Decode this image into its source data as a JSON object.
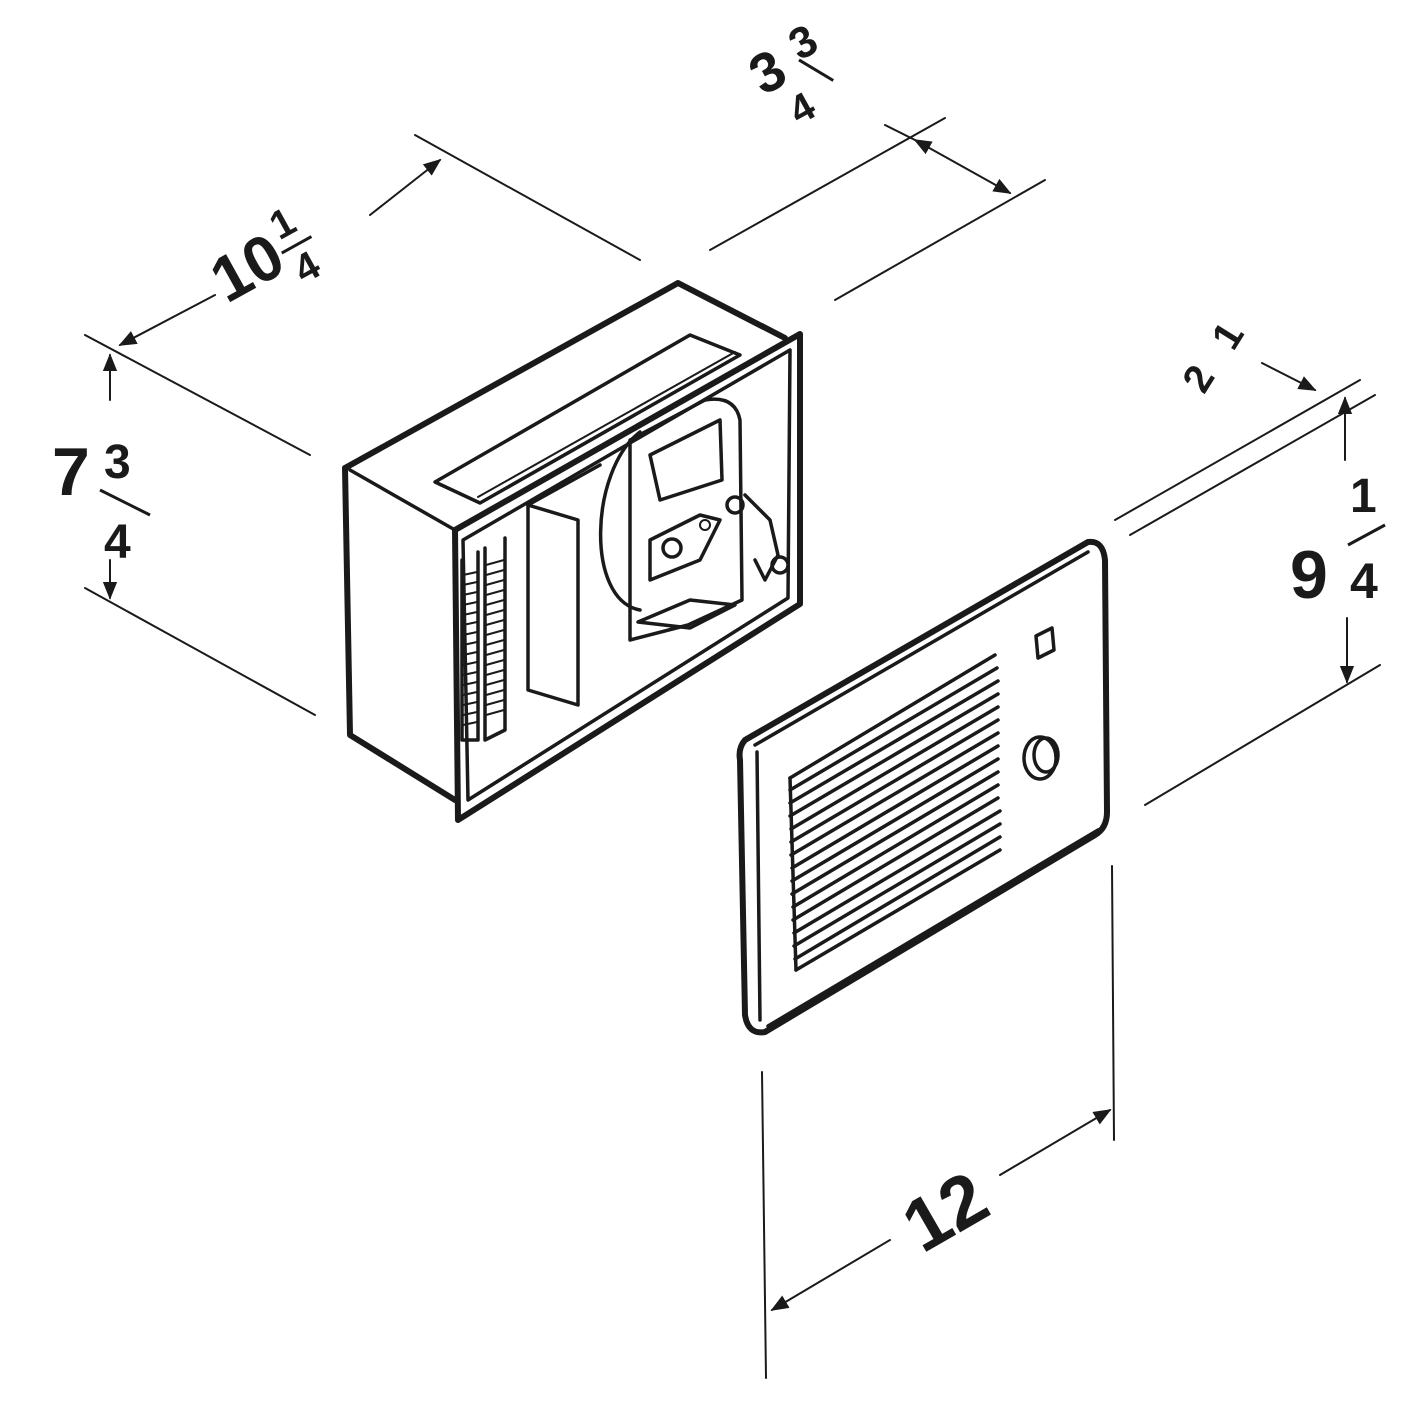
{
  "diagram": {
    "subject": "Wall heater housing and front grille with dimensions",
    "colors": {
      "line": "#1a1a1a",
      "background": "#ffffff"
    },
    "parts": [
      {
        "id": "housing",
        "label": "Heater housing (can)"
      },
      {
        "id": "grille",
        "label": "Front grille cover"
      }
    ],
    "dimensions": {
      "housing_depth": {
        "whole": "3",
        "num": "3",
        "den": "4",
        "value": "3 3/4"
      },
      "housing_width": {
        "whole": "10",
        "num": "1",
        "den": "4",
        "value": "10 1/4"
      },
      "housing_height": {
        "whole": "7",
        "num": "3",
        "den": "4",
        "value": "7 3/4"
      },
      "grille_depth": {
        "whole": "",
        "num": "1",
        "den": "2",
        "value": "1/2"
      },
      "grille_height": {
        "whole": "9",
        "num": "1",
        "den": "4",
        "value": "9 1/4"
      },
      "grille_width": {
        "whole": "12",
        "num": "",
        "den": "",
        "value": "12"
      }
    }
  }
}
